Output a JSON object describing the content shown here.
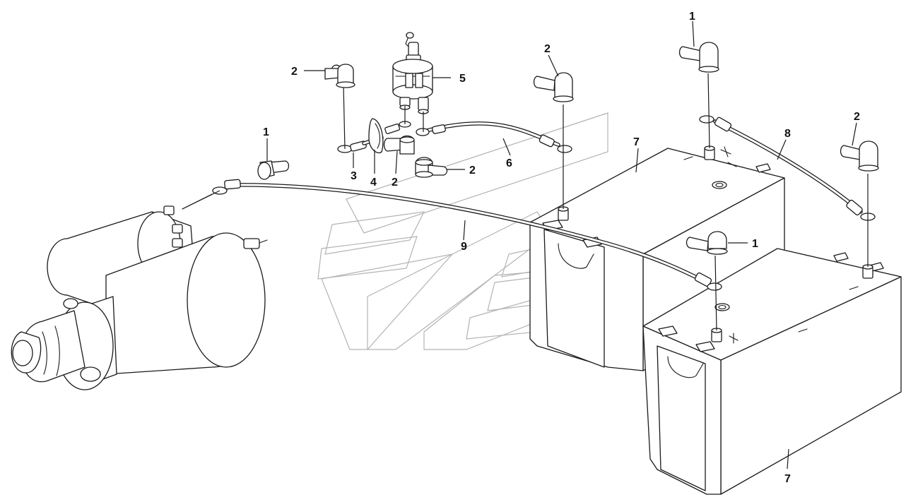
{
  "callouts": [
    {
      "id": "c1a",
      "text": "1"
    },
    {
      "id": "c1b",
      "text": "1"
    },
    {
      "id": "c1c",
      "text": "1"
    },
    {
      "id": "c2a",
      "text": "2"
    },
    {
      "id": "c2b",
      "text": "2"
    },
    {
      "id": "c2c",
      "text": "2"
    },
    {
      "id": "c2d",
      "text": "2"
    },
    {
      "id": "c2e",
      "text": "2"
    },
    {
      "id": "c3",
      "text": "3"
    },
    {
      "id": "c4",
      "text": "4"
    },
    {
      "id": "c5",
      "text": "5"
    },
    {
      "id": "c6",
      "text": "6"
    },
    {
      "id": "c7a",
      "text": "7"
    },
    {
      "id": "c7b",
      "text": "7"
    },
    {
      "id": "c8",
      "text": "8"
    },
    {
      "id": "c9",
      "text": "9"
    }
  ],
  "colors": {
    "line": "#1a1a1a",
    "watermark": "#b3b3b3",
    "background": "#ffffff"
  }
}
